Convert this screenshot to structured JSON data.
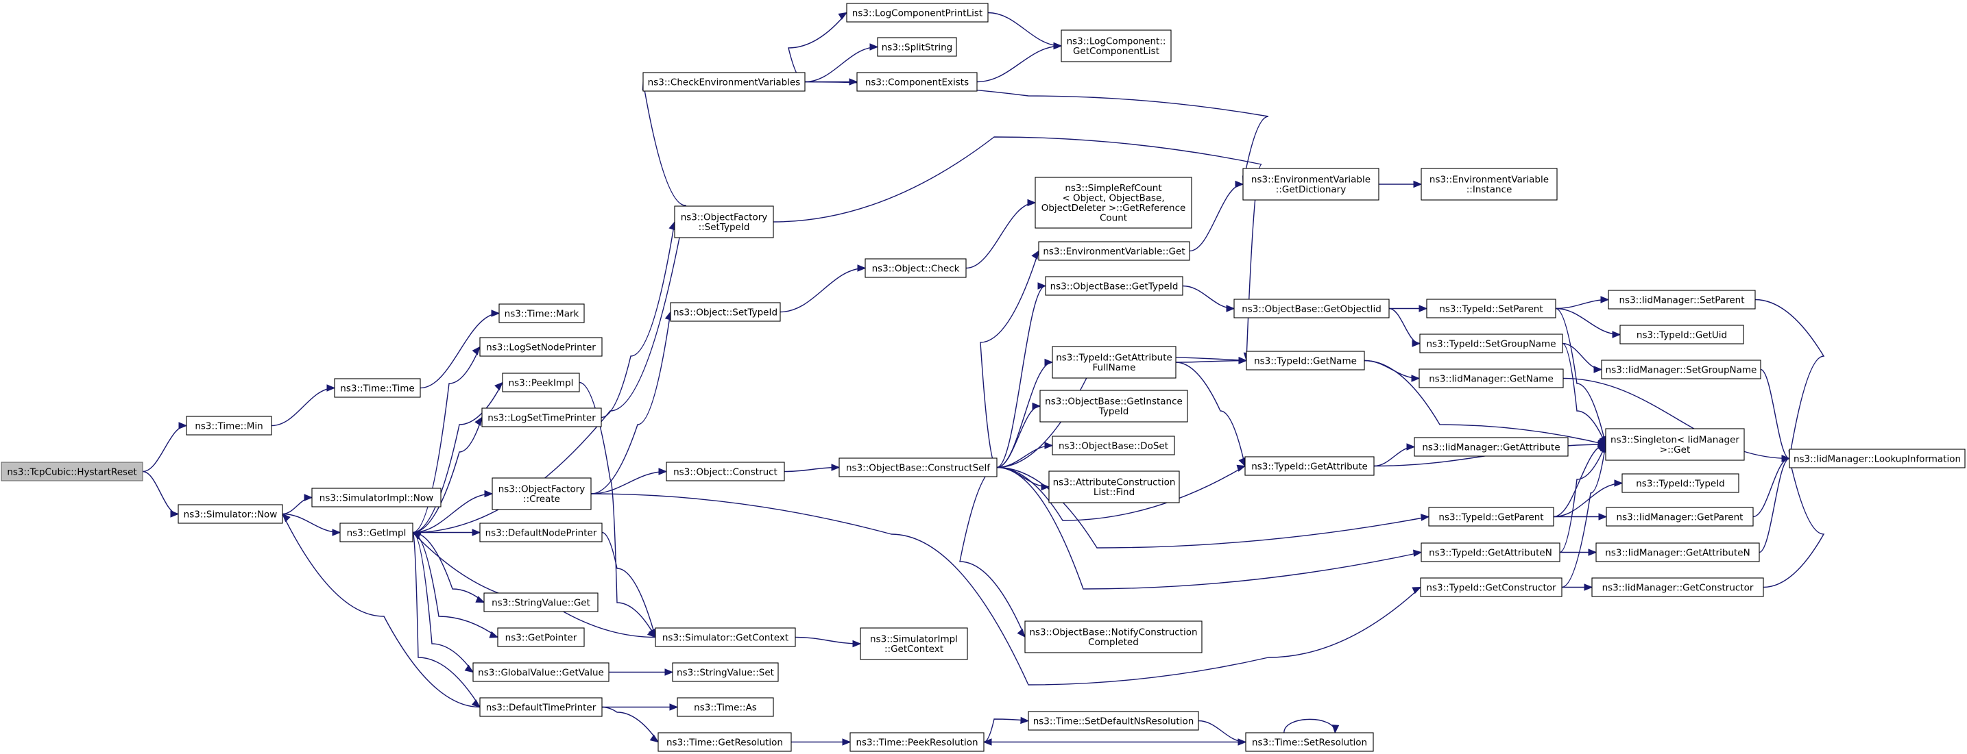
{
  "graph": {
    "edge_color": "#191970",
    "root_fill": "#bfbfbf",
    "nodes": [
      {
        "id": "hystart",
        "lines": [
          "ns3::TcpCubic::HystartReset"
        ],
        "root": true
      },
      {
        "id": "timemin",
        "lines": [
          "ns3::Time::Min"
        ]
      },
      {
        "id": "simnow",
        "lines": [
          "ns3::Simulator::Now"
        ]
      },
      {
        "id": "timetime",
        "lines": [
          "ns3::Time::Time"
        ]
      },
      {
        "id": "timemark",
        "lines": [
          "ns3::Time::Mark"
        ]
      },
      {
        "id": "simimplnow",
        "lines": [
          "ns3::SimulatorImpl::Now"
        ]
      },
      {
        "id": "getimpl",
        "lines": [
          "ns3::GetImpl"
        ]
      },
      {
        "id": "checkenv",
        "lines": [
          "ns3::CheckEnvironmentVariables"
        ]
      },
      {
        "id": "logsetnode",
        "lines": [
          "ns3::LogSetNodePrinter"
        ]
      },
      {
        "id": "peekimpl",
        "lines": [
          "ns3::PeekImpl"
        ]
      },
      {
        "id": "logsettime",
        "lines": [
          "ns3::LogSetTimePrinter"
        ]
      },
      {
        "id": "objfactcreate",
        "lines": [
          "ns3::ObjectFactory",
          "::Create"
        ]
      },
      {
        "id": "defnodeprinter",
        "lines": [
          "ns3::DefaultNodePrinter"
        ]
      },
      {
        "id": "stringvalueget",
        "lines": [
          "ns3::StringValue::Get"
        ]
      },
      {
        "id": "getpointer",
        "lines": [
          "ns3::GetPointer"
        ]
      },
      {
        "id": "globalvalue",
        "lines": [
          "ns3::GlobalValue::GetValue"
        ]
      },
      {
        "id": "deftimeprinter",
        "lines": [
          "ns3::DefaultTimePrinter"
        ]
      },
      {
        "id": "logcomplist",
        "lines": [
          "ns3::LogComponentPrintList"
        ]
      },
      {
        "id": "splitstring",
        "lines": [
          "ns3::SplitString"
        ]
      },
      {
        "id": "compexists",
        "lines": [
          "ns3::ComponentExists"
        ]
      },
      {
        "id": "logcompget",
        "lines": [
          "ns3::LogComponent::",
          "GetComponentList"
        ]
      },
      {
        "id": "objfactsettype",
        "lines": [
          "ns3::ObjectFactory",
          "::SetTypeId"
        ]
      },
      {
        "id": "objsettype",
        "lines": [
          "ns3::Object::SetTypeId"
        ]
      },
      {
        "id": "objcheck",
        "lines": [
          "ns3::Object::Check"
        ]
      },
      {
        "id": "objconstruct",
        "lines": [
          "ns3::Object::Construct"
        ]
      },
      {
        "id": "constructself",
        "lines": [
          "ns3::ObjectBase::ConstructSelf"
        ]
      },
      {
        "id": "simgetctx",
        "lines": [
          "ns3::Simulator::GetContext"
        ]
      },
      {
        "id": "simimplctx",
        "lines": [
          "ns3::SimulatorImpl",
          "::GetContext"
        ]
      },
      {
        "id": "stringvalueset",
        "lines": [
          "ns3::StringValue::Set"
        ]
      },
      {
        "id": "timeas",
        "lines": [
          "ns3::Time::As"
        ]
      },
      {
        "id": "timegetres",
        "lines": [
          "ns3::Time::GetResolution"
        ]
      },
      {
        "id": "timepeekres",
        "lines": [
          "ns3::Time::PeekResolution"
        ]
      },
      {
        "id": "simplerefcount",
        "lines": [
          "ns3::SimpleRefCount",
          "< Object, ObjectBase,",
          "ObjectDeleter >::GetReference",
          "Count"
        ]
      },
      {
        "id": "envget",
        "lines": [
          "ns3::EnvironmentVariable::Get"
        ]
      },
      {
        "id": "objbasegettype",
        "lines": [
          "ns3::ObjectBase::GetTypeId"
        ]
      },
      {
        "id": "getattrfull",
        "lines": [
          "ns3::TypeId::GetAttribute",
          "FullName"
        ]
      },
      {
        "id": "getinstance",
        "lines": [
          "ns3::ObjectBase::GetInstance",
          "TypeId"
        ]
      },
      {
        "id": "doset",
        "lines": [
          "ns3::ObjectBase::DoSet"
        ]
      },
      {
        "id": "attrfind",
        "lines": [
          "ns3::AttributeConstruction",
          "List::Find"
        ]
      },
      {
        "id": "notifyconst",
        "lines": [
          "ns3::ObjectBase::NotifyConstruction",
          "Completed"
        ]
      },
      {
        "id": "setdefaultres",
        "lines": [
          "ns3::Time::SetDefaultNsResolution"
        ]
      },
      {
        "id": "envgetdict",
        "lines": [
          "ns3::EnvironmentVariable",
          "::GetDictionary"
        ]
      },
      {
        "id": "envinstance",
        "lines": [
          "ns3::EnvironmentVariable",
          "::Instance"
        ]
      },
      {
        "id": "getobjectiid",
        "lines": [
          "ns3::ObjectBase::GetObjectIid"
        ]
      },
      {
        "id": "typeidgetname",
        "lines": [
          "ns3::TypeId::GetName"
        ]
      },
      {
        "id": "typeidgetattr",
        "lines": [
          "ns3::TypeId::GetAttribute"
        ]
      },
      {
        "id": "timesetres",
        "lines": [
          "ns3::Time::SetResolution"
        ]
      },
      {
        "id": "typeidsetparent",
        "lines": [
          "ns3::TypeId::SetParent"
        ]
      },
      {
        "id": "typeidsetgroup",
        "lines": [
          "ns3::TypeId::SetGroupName"
        ]
      },
      {
        "id": "iidgetname",
        "lines": [
          "ns3::IidManager::GetName"
        ]
      },
      {
        "id": "iidgetattr",
        "lines": [
          "ns3::IidManager::GetAttribute"
        ]
      },
      {
        "id": "typeidgetparent",
        "lines": [
          "ns3::TypeId::GetParent"
        ]
      },
      {
        "id": "typeidgetattrn",
        "lines": [
          "ns3::TypeId::GetAttributeN"
        ]
      },
      {
        "id": "typeidgetconst",
        "lines": [
          "ns3::TypeId::GetConstructor"
        ]
      },
      {
        "id": "iidsetparent",
        "lines": [
          "ns3::IidManager::SetParent"
        ]
      },
      {
        "id": "typeidgetuid",
        "lines": [
          "ns3::TypeId::GetUid"
        ]
      },
      {
        "id": "iidsetgroup",
        "lines": [
          "ns3::IidManager::SetGroupName"
        ]
      },
      {
        "id": "singleton",
        "lines": [
          "ns3::Singleton< IidManager",
          " >::Get"
        ]
      },
      {
        "id": "typeidtypeid",
        "lines": [
          "ns3::TypeId::TypeId"
        ]
      },
      {
        "id": "iidgetparent",
        "lines": [
          "ns3::IidManager::GetParent"
        ]
      },
      {
        "id": "iidgetattrn",
        "lines": [
          "ns3::IidManager::GetAttributeN"
        ]
      },
      {
        "id": "iidgetconst",
        "lines": [
          "ns3::IidManager::GetConstructor"
        ]
      },
      {
        "id": "lookup",
        "lines": [
          "ns3::IidManager::LookupInformation"
        ]
      }
    ]
  }
}
